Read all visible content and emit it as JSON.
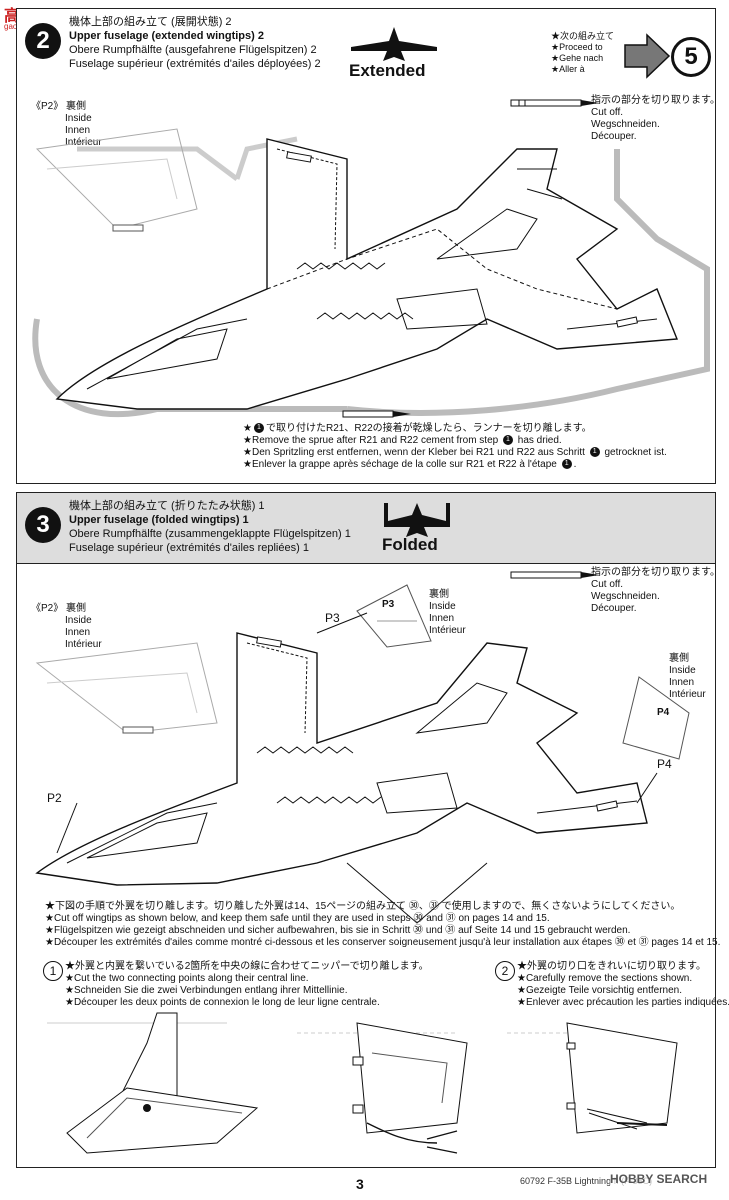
{
  "watermark_top": "高 网",
  "watermark_top_sub": "gao-shou.com",
  "step2": {
    "number": "2",
    "title_ja": "機体上部の組み立て (展開状態) 2",
    "title_en": "Upper fuselage (extended wingtips) 2",
    "title_de": "Obere Rumpfhälfte (ausgefahrene Flügelspitzen) 2",
    "title_fr": "Fuselage supérieur (extrémités d'ailes déployées) 2",
    "mode_label": "Extended",
    "next_ja": "★次の組み立て",
    "next_en": "★Proceed to",
    "next_de": "★Gehe nach",
    "next_fr": "★Aller à",
    "next_step": "5",
    "ref_label": "《P2》",
    "inside_ja": "裏側",
    "inside_en": "Inside",
    "inside_de": "Innen",
    "inside_fr": "Intérieur",
    "cut_ja": "指示の部分を切り取ります。",
    "cut_en": "Cut off.",
    "cut_de": "Wegschneiden.",
    "cut_fr": "Découper.",
    "note_ja": "で取り付けたR21、R22の接着が乾燥したら、ランナーを切り離します。",
    "note_en": "Remove the sprue after R21 and R22 cement from step",
    "note_en_end": "has dried.",
    "note_de": "Den Spritzling erst entfernen, wenn der Kleber bei R21 und R22 aus Schritt",
    "note_de_end": "getrocknet ist.",
    "note_fr": "Enlever la grappe après séchage de la colle sur R21 et R22 à l'étape",
    "note_ref": "1"
  },
  "step3": {
    "number": "3",
    "title_ja": "機体上部の組み立て (折りたたみ状態) 1",
    "title_en": "Upper fuselage (folded wingtips) 1",
    "title_de": "Obere Rumpfhälfte (zusammengeklappte Flügelspitzen) 1",
    "title_fr": "Fuselage supérieur (extrémités d'ailes repliées) 1",
    "mode_label": "Folded",
    "ref_label": "《P2》",
    "inside_ja": "裏側",
    "inside_en": "Inside",
    "inside_de": "Innen",
    "inside_fr": "Intérieur",
    "cut_ja": "指示の部分を切り取ります。",
    "cut_en": "Cut off.",
    "cut_de": "Wegschneiden.",
    "cut_fr": "Découper.",
    "p3_label": "P3",
    "p3_inner": "P3",
    "p4_label": "P4",
    "p4_inner": "P4",
    "p2_label": "P2",
    "inst_ja": "★下図の手順で外翼を切り離します。切り離した外翼は14、15ページの組み立て ㉚、㉛ で使用しますので、無くさないようにしてください。",
    "inst_en": "★Cut off wingtips as shown below, and keep them safe until they are used in steps ㉚ and ㉛ on pages 14 and 15.",
    "inst_de": "★Flügelspitzen wie gezeigt abschneiden und sicher aufbewahren, bis sie in Schritt ㉚ und ㉛ auf Seite 14 und 15 gebraucht werden.",
    "inst_fr": "★Découper les extrémités d'ailes comme montré ci-dessous et les conserver soigneusement jusqu'à leur installation aux étapes ㉚ et ㉛ pages 14 et 15.",
    "sub1_num": "1",
    "sub1_ja": "★外翼と内翼を繋いでいる2箇所を中央の線に合わせてニッパーで切り離します。",
    "sub1_en": "★Cut the two connecting points along their central line.",
    "sub1_de": "★Schneiden Sie die zwei Verbindungen entlang ihrer Mittellinie.",
    "sub1_fr": "★Découper les deux points de connexion le long de leur ligne centrale.",
    "sub2_num": "2",
    "sub2_ja": "★外翼の切り口をきれいに切り取ります。",
    "sub2_en": "★Carefully remove the sections shown.",
    "sub2_de": "★Gezeigte Teile vorsichtig entfernen.",
    "sub2_fr": "★Enlever avec précaution les parties indiquées."
  },
  "footer": {
    "page_number": "3",
    "product": "60792 F-35B Lightning II (F-35C)",
    "watermark": "HOBBY SEARCH"
  }
}
